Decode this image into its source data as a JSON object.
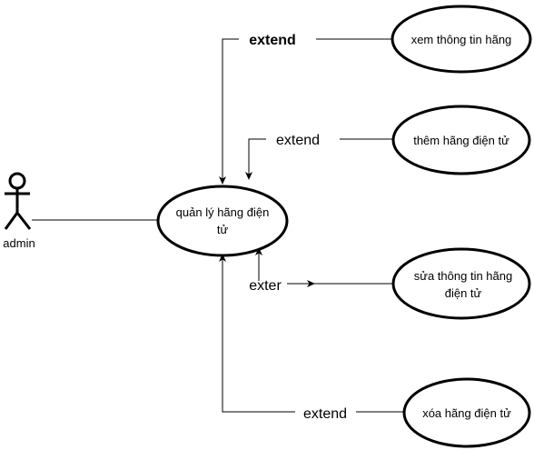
{
  "diagram": {
    "actor": {
      "name": "admin"
    },
    "central_use_case": {
      "line1": "quản lý hãng điện",
      "line2": "tử"
    },
    "use_cases": {
      "view": {
        "line1": "xem thông tin hãng"
      },
      "add": {
        "line1": "thêm  hãng điện tử"
      },
      "edit": {
        "line1": "sửa thông tin hãng",
        "line2": "điện tử"
      },
      "delete": {
        "line1": "xóa hãng điện tử"
      }
    },
    "edge_labels": {
      "view": "extend",
      "add": "extend",
      "edit": "exter",
      "delete": "extend"
    }
  }
}
